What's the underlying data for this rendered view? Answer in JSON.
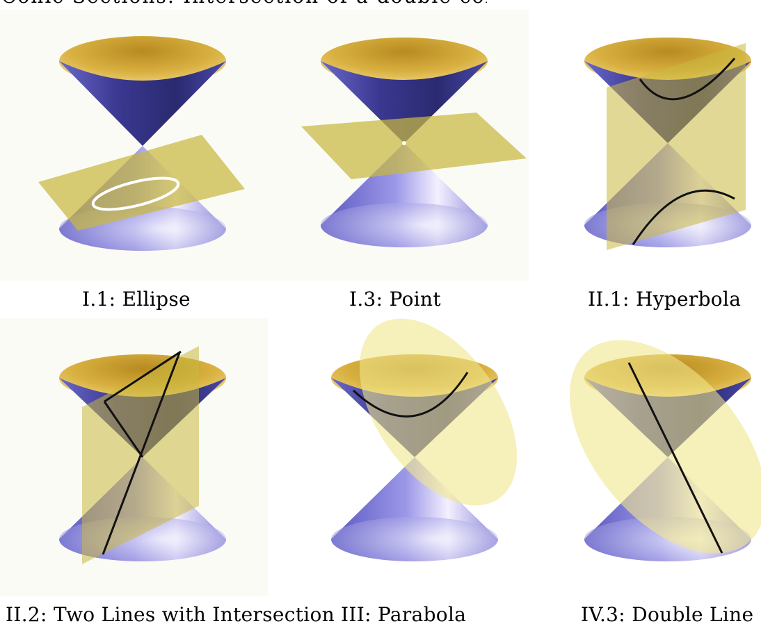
{
  "header_fragment": "Conic Sections: Intersection of a double cone with a suitable plane",
  "colors": {
    "gold_inner": "#d8b040",
    "gold_rim": "#f4e2a0",
    "cone_dark": "#2a2a70",
    "cone_mid": "#6a68c8",
    "cone_light": "#efeaff",
    "plane": "#c8b840",
    "curve_white": "#ffffff",
    "curve_black": "#111111"
  },
  "panels": [
    {
      "id": "I.1",
      "caption": "I.1: Ellipse",
      "cut": "ellipse-plane"
    },
    {
      "id": "I.3",
      "caption": "I.3: Point",
      "cut": "horizontal-plane-through-apex"
    },
    {
      "id": "II.1",
      "caption": "II.1: Hyperbola",
      "cut": "vertical-plane-offset"
    },
    {
      "id": "II.2",
      "caption": "II.2: Two Lines with Intersection",
      "cut": "vertical-plane-through-apex"
    },
    {
      "id": "III",
      "caption": "III: Parabola",
      "cut": "slanted-plane-parallel-to-side"
    },
    {
      "id": "IV.3",
      "caption": "IV.3: Double Line",
      "cut": "tangent-plane"
    }
  ]
}
